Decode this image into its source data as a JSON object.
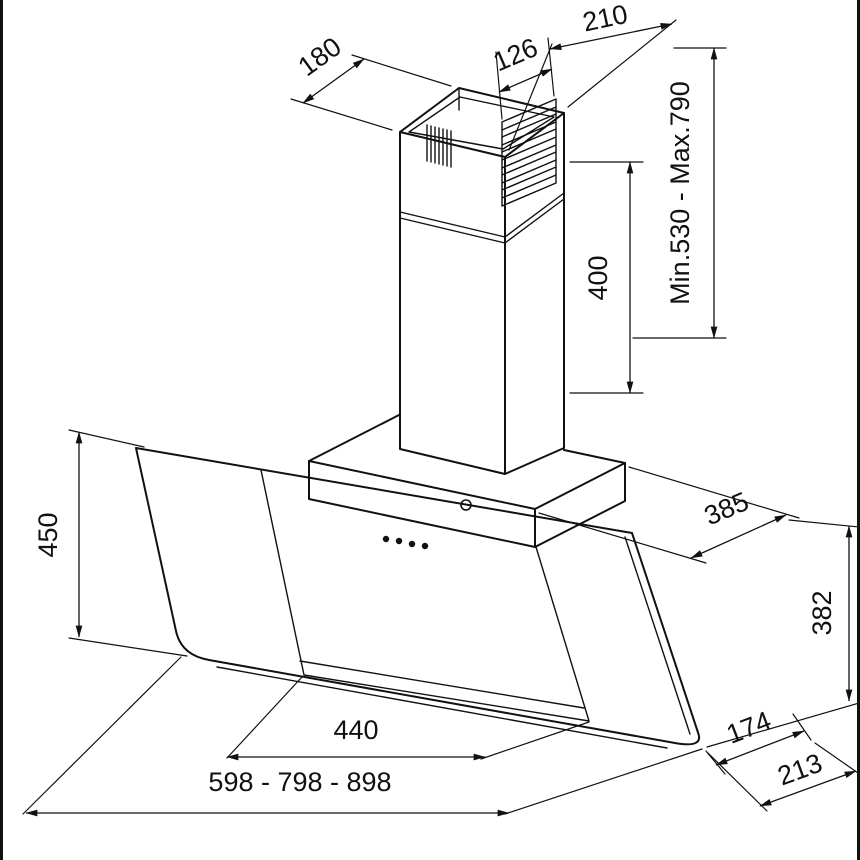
{
  "style": {
    "ink": "#111111",
    "background": "#ffffff"
  },
  "dimensions": {
    "chimney_top_depth": "180",
    "chimney_top_width": "210",
    "vent_grille_width": "126",
    "chimney_height_range": "Min.530 - Max.790",
    "upper_chimney_height": "400",
    "glass_panel_height": "450",
    "top_depth": "385",
    "back_height": "382",
    "mounting_width": "440",
    "hood_width_options": "598 - 798 - 898",
    "bottom_depth_inner": "174",
    "bottom_depth_outer": "213"
  }
}
